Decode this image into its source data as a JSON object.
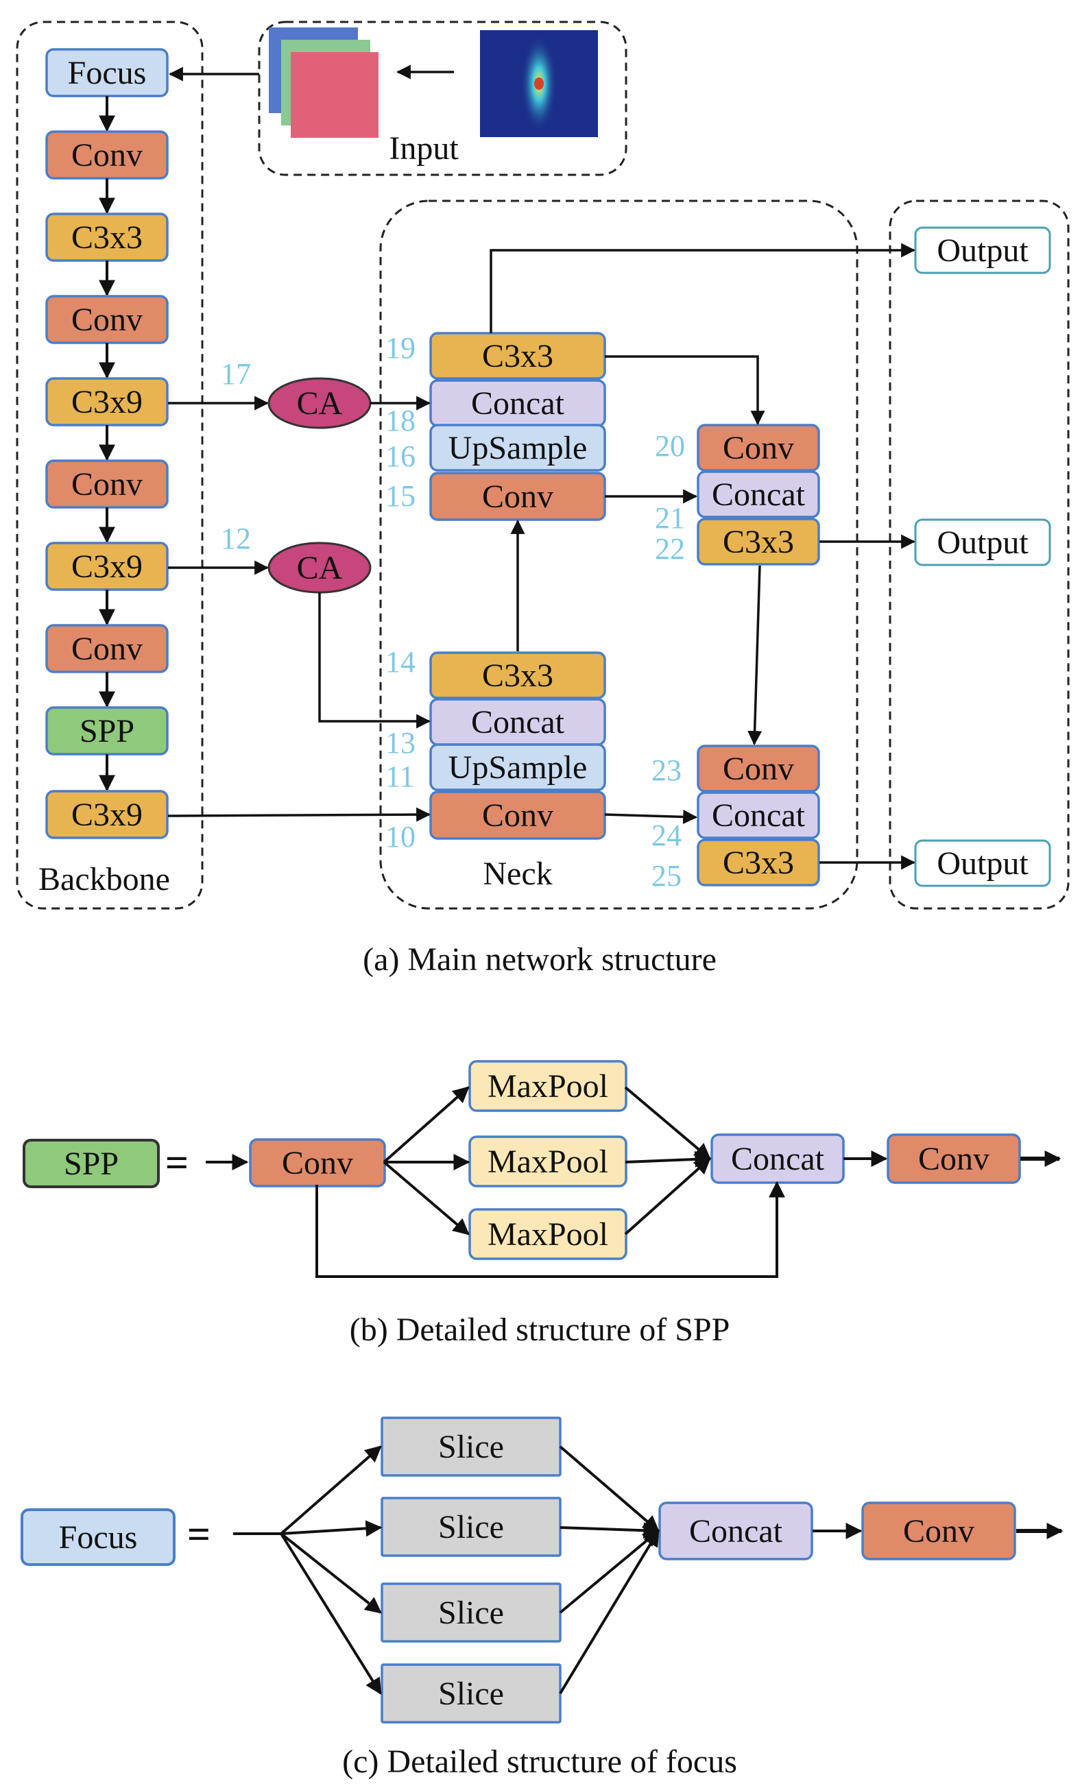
{
  "colors": {
    "conv": "#e08a6a",
    "c3": "#e7b451",
    "focus": "#c9dcf1",
    "spp": "#8fc97b",
    "concat": "#d6cfec",
    "upsample": "#c9dcf1",
    "ca": "#c7467c",
    "maxpool": "#fbe8b6",
    "slice": "#d3d3d3",
    "output_border": "#4a9fb3",
    "node_border": "#4a7ec9",
    "layer_number": "#7ec8e3"
  },
  "input": {
    "label": "Input"
  },
  "regions": {
    "backbone": "Backbone",
    "neck": "Neck"
  },
  "backbone": {
    "blocks": [
      "Focus",
      "Conv",
      "C3x3",
      "Conv",
      "C3x9",
      "Conv",
      "C3x9",
      "Conv",
      "SPP",
      "C3x9"
    ]
  },
  "attention": {
    "upper": "CA",
    "lower": "CA"
  },
  "neck": {
    "upper_stack": [
      "C3x3",
      "Concat",
      "UpSample",
      "Conv"
    ],
    "lower_stack": [
      "C3x3",
      "Concat",
      "UpSample",
      "Conv"
    ],
    "right_upper": [
      "Conv",
      "Concat",
      "C3x3"
    ],
    "right_lower": [
      "Conv",
      "Concat",
      "C3x3"
    ]
  },
  "layer_numbers": {
    "n17": "17",
    "n12": "12",
    "n19": "19",
    "n18": "18",
    "n16": "16",
    "n15": "15",
    "n14": "14",
    "n13": "13",
    "n11": "11",
    "n10": "10",
    "n20": "20",
    "n21": "21",
    "n22": "22",
    "n23": "23",
    "n24": "24",
    "n25": "25"
  },
  "outputs": [
    "Output",
    "Output",
    "Output"
  ],
  "spp_detail": {
    "lhs": "SPP",
    "equals": "=",
    "conv_in": "Conv",
    "maxpools": [
      "MaxPool",
      "MaxPool",
      "MaxPool"
    ],
    "concat": "Concat",
    "conv_out": "Conv"
  },
  "focus_detail": {
    "lhs": "Focus",
    "equals": "=",
    "slices": [
      "Slice",
      "Slice",
      "Slice",
      "Slice"
    ],
    "concat": "Concat",
    "conv_out": "Conv"
  },
  "captions": {
    "a": "(a) Main network structure",
    "b": "(b) Detailed structure of SPP",
    "c": "(c) Detailed structure of focus"
  }
}
